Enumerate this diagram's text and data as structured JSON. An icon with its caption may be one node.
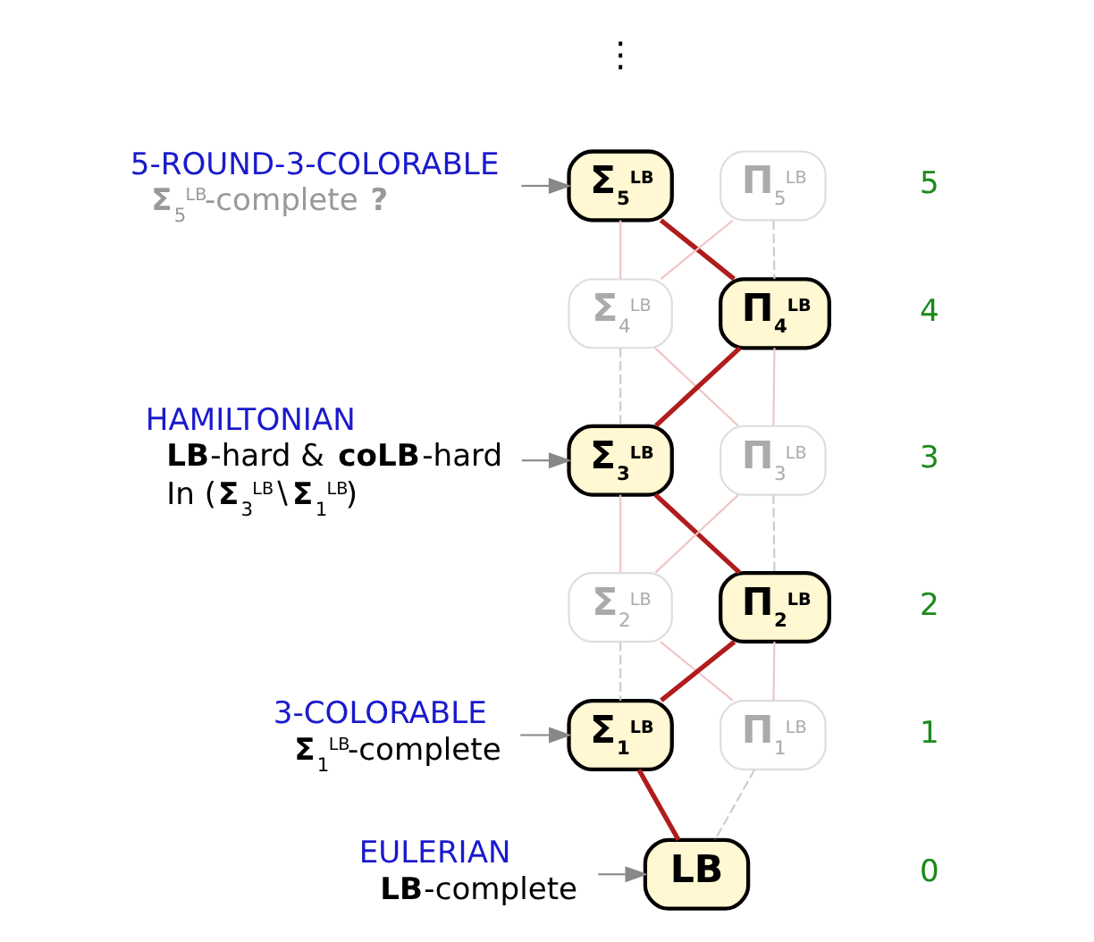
{
  "diagram": {
    "nodes": [
      {
        "text": [
          "**Σ**$_{5}$$^{LB}$"
        ]
      },
      {
        "text": [
          "**Π**$_{5}$$^{LB}$"
        ]
      },
      {
        "text": [
          "**Σ**$_{4}$$^{LB}$"
        ]
      },
      {
        "text": [
          "**Π**$_{4}$$^{LB}$"
        ]
      },
      {
        "text": [
          "**Σ**$_{3}$$^{LB}$"
        ]
      },
      {
        "text": [
          "**Π**$_{3}$$^{LB}$"
        ]
      },
      {
        "text": [
          "**Σ**$_{2}$$^{LB}$"
        ]
      },
      {
        "text": [
          "**Π**$_{2}$$^{LB}$"
        ]
      },
      {
        "text": [
          "**Σ**$_{1}$$^{LB}$"
        ]
      },
      {
        "text": [
          "**Π**$_{1}$$^{LB}$"
        ]
      },
      {
        "text": [
          "LB"
        ]
      },
      {
        "text": [
          "5-ROUND-3-COLORABLE",
          "**Σ**$_{5}$$^{LB}$-complete **?**"
        ]
      },
      {
        "text": [
          "HAMILTONIAN",
          "**LB**-hard & **coLB**-hard",
          "In (**Σ**$_{3}$$^{LB}$∖**Σ**$_{1}$$^{LB}$)"
        ]
      },
      {
        "text": [
          "3-COLORABLE",
          "**Σ**$_{1}$$^{LB}$-complete"
        ]
      },
      {
        "text": [
          "EULERIAN",
          "**LB**-complete"
        ]
      }
    ],
    "edges": [
      {
        "from": 11,
        "to": 0,
        "arrow": "to",
        "color": "#888888"
      },
      {
        "from": 12,
        "to": 4,
        "arrow": "to",
        "color": "#888888"
      },
      {
        "from": 13,
        "to": 8,
        "arrow": "to",
        "color": "#888888"
      },
      {
        "from": 14,
        "to": 10,
        "arrow": "to",
        "color": "#888888"
      },
      {
        "from": 0,
        "to": 3,
        "arrow": "none",
        "style": "thick",
        "color": "#b01c1c"
      },
      {
        "from": 3,
        "to": 4,
        "arrow": "none",
        "style": "thick",
        "color": "#b01c1c"
      },
      {
        "from": 4,
        "to": 7,
        "arrow": "none",
        "style": "thick",
        "color": "#b01c1c"
      },
      {
        "from": 7,
        "to": 8,
        "arrow": "none",
        "style": "thick",
        "color": "#b01c1c"
      },
      {
        "from": 8,
        "to": 10,
        "arrow": "none",
        "style": "thick",
        "color": "#b01c1c"
      },
      {
        "from": 0,
        "to": 2,
        "arrow": "none",
        "color": "#f0c4c4"
      },
      {
        "from": 1,
        "to": 2,
        "arrow": "none",
        "color": "#f0c4c4"
      },
      {
        "from": 2,
        "to": 5,
        "arrow": "none",
        "color": "#f0c4c4"
      },
      {
        "from": 3,
        "to": 5,
        "arrow": "none",
        "color": "#f0c4c4"
      },
      {
        "from": 4,
        "to": 6,
        "arrow": "none",
        "color": "#f0c4c4"
      },
      {
        "from": 5,
        "to": 6,
        "arrow": "none",
        "color": "#f0c4c4"
      },
      {
        "from": 6,
        "to": 9,
        "arrow": "none",
        "color": "#f0c4c4"
      },
      {
        "from": 7,
        "to": 9,
        "arrow": "none",
        "color": "#f0c4c4"
      },
      {
        "from": 1,
        "to": 3,
        "arrow": "none",
        "style": "dashed",
        "color": "#cccccc"
      },
      {
        "from": 2,
        "to": 4,
        "arrow": "none",
        "style": "dashed",
        "color": "#cccccc"
      },
      {
        "from": 5,
        "to": 7,
        "arrow": "none",
        "style": "dashed",
        "color": "#cccccc"
      },
      {
        "from": 6,
        "to": 8,
        "arrow": "none",
        "style": "dashed",
        "color": "#cccccc"
      },
      {
        "from": 9,
        "to": 10,
        "arrow": "none",
        "style": "dashed",
        "color": "#cccccc"
      }
    ],
    "labels": [
      "⋮",
      "5",
      "4",
      "3",
      "2",
      "1",
      "0"
    ]
  }
}
